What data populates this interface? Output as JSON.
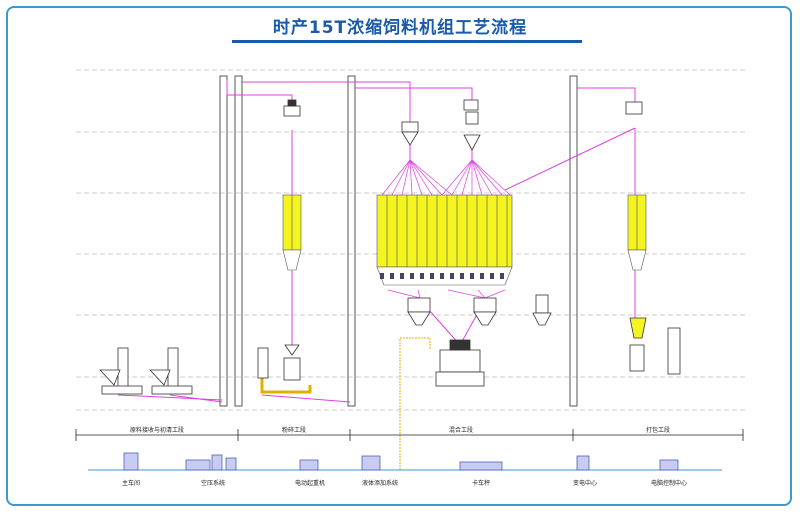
{
  "title": "时产15T浓缩饲料机组工艺流程",
  "sections": [
    {
      "label": "原料接收与初清工段"
    },
    {
      "label": "粉碎工段"
    },
    {
      "label": "混合工段"
    },
    {
      "label": "打包工段"
    }
  ],
  "facilities": [
    {
      "label": "主车间"
    },
    {
      "label": "空压系统"
    },
    {
      "label": "电动起重机"
    },
    {
      "label": "液体添加系统"
    },
    {
      "label": "卡车秤"
    },
    {
      "label": "变电中心"
    },
    {
      "label": "电脑控制中心"
    }
  ],
  "colors": {
    "frame": "#3a9ad0",
    "title": "#1a5aa8",
    "pipe": "#e040e0",
    "bin": "#f0f020",
    "liquid": "#e0b000"
  }
}
